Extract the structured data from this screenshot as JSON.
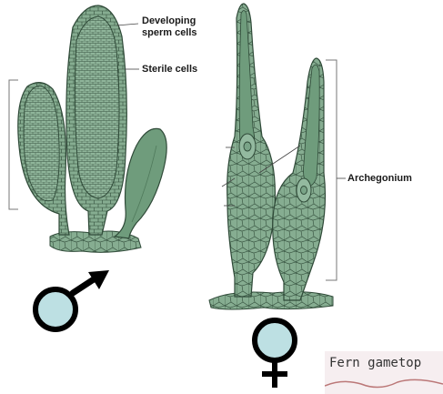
{
  "labels": {
    "developing_sperm_cells_line1": "Developing",
    "developing_sperm_cells_line2": "sperm cells",
    "sterile_cells": "Sterile cells",
    "archegonium": "Archegonium"
  },
  "caption": {
    "text": "Fern gametop"
  },
  "colors": {
    "tissue_fill": "#86ad91",
    "tissue_dark": "#5f8a6c",
    "cell_lines": "#2f4a38",
    "symbol_fill": "#bde0e3",
    "symbol_stroke": "#000000",
    "caption_bg": "#f6eef0"
  },
  "symbols": {
    "male": "male-symbol",
    "female": "female-symbol"
  }
}
